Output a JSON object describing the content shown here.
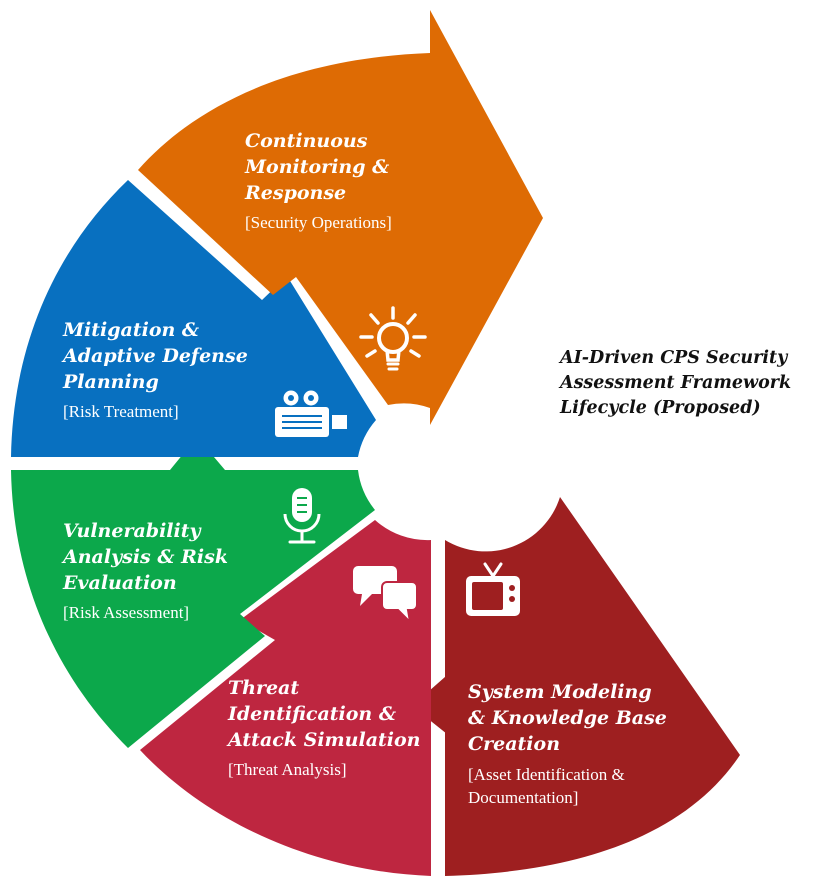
{
  "framework": {
    "title_lines": [
      "AI-Driven CPS Security",
      "Assessment Framework",
      "Lifecycle (Proposed)"
    ]
  },
  "segments": [
    {
      "id": "system-modeling",
      "color": "#9e1f20",
      "title_lines": [
        "System Modeling",
        "& Knowledge Base",
        "Creation"
      ],
      "subtitle_lines": [
        "[Asset Identification &",
        "Documentation]"
      ],
      "icon": "tv-icon"
    },
    {
      "id": "threat-identification",
      "color": "#be2640",
      "title_lines": [
        "Threat",
        "Identification &",
        "Attack Simulation"
      ],
      "subtitle_lines": [
        "[Threat Analysis]"
      ],
      "icon": "chat-bubbles-icon"
    },
    {
      "id": "vulnerability-analysis",
      "color": "#0ca84b",
      "title_lines": [
        "Vulnerability",
        "Analysis & Risk",
        "Evaluation"
      ],
      "subtitle_lines": [
        "[Risk Assessment]"
      ],
      "icon": "microphone-icon"
    },
    {
      "id": "mitigation-planning",
      "color": "#0870c0",
      "title_lines": [
        "Mitigation &",
        "Adaptive Defense",
        "Planning"
      ],
      "subtitle_lines": [
        "[Risk Treatment]"
      ],
      "icon": "video-camera-icon"
    },
    {
      "id": "continuous-monitoring",
      "color": "#de6b04",
      "title_lines": [
        "Continuous",
        "Monitoring &",
        "Response"
      ],
      "subtitle_lines": [
        "[Security Operations]"
      ],
      "icon": "lightbulb-icon"
    }
  ]
}
